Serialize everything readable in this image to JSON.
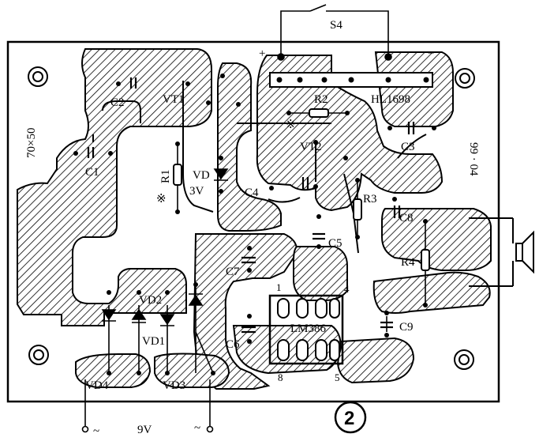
{
  "board": {
    "size_label": "70×50",
    "date_label": "99 · 04",
    "figure_number": "2"
  },
  "switch": {
    "label": "S4",
    "plus": "+",
    "minus": "−"
  },
  "components": {
    "C1": "C1",
    "C2": "C2",
    "C3": "C3",
    "C4": "C4",
    "C5": "C5",
    "C6": "C6",
    "C7": "C7",
    "C8": "C8",
    "C9": "C9",
    "R1": "R1",
    "R2": "R2",
    "R3": "R3",
    "R4": "R4",
    "VT1": "VT1",
    "VT2": "VT2",
    "VD": "VD",
    "VD_voltage": "3V",
    "VD1": "VD1",
    "VD2": "VD2",
    "VD3": "VD3",
    "VD4": "VD4",
    "HL": "HL1698",
    "IC": "LM386",
    "ic_pin1": "1",
    "ic_pin4": "4",
    "ic_pin5": "5",
    "ic_pin8": "8",
    "star": "※"
  },
  "power": {
    "ac_left": "~",
    "ac_right": "~",
    "voltage": "9V"
  }
}
